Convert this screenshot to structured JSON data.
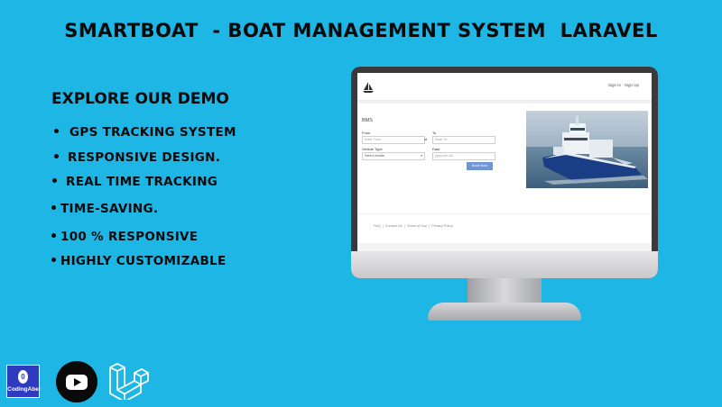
{
  "title": "SMARTBOAT  - BOAT MANAGEMENT SYSTEM  LARAVEL",
  "demo_heading": "EXPLORE OUR DEMO",
  "features": [
    "GPS TRACKING SYSTEM",
    "RESPONSIVE DESIGN.",
    "REAL TIME TRACKING",
    "TIME-SAVING.",
    "100 % RESPONSIVE",
    "HIGHLY CUSTOMIZABLE"
  ],
  "screen": {
    "nav_link": "Sign In · Sign Up",
    "brand": "BMS",
    "from_label": "From",
    "from_placeholder": "Enter From",
    "swap": "⇄",
    "to_label": "To",
    "to_placeholder": "Enter To",
    "vehicle_label": "Vehicle Type",
    "vehicle_selected": "Select vehicle",
    "date_label": "Date",
    "date_placeholder": "yyyy-mm-dd",
    "book_button": "Book Now",
    "footer": "FAQ  |  Contact Us  |  Terms of Use  |  Privacy Policy"
  },
  "logos": {
    "codingabel": "CodingAbel",
    "codingabel_glyph": "0",
    "youtube": "youtube-icon",
    "laravel": "laravel-icon"
  },
  "colors": {
    "background": "#1eb6e4",
    "button": "#6f95d6",
    "codingabel": "#2f3bbf"
  }
}
